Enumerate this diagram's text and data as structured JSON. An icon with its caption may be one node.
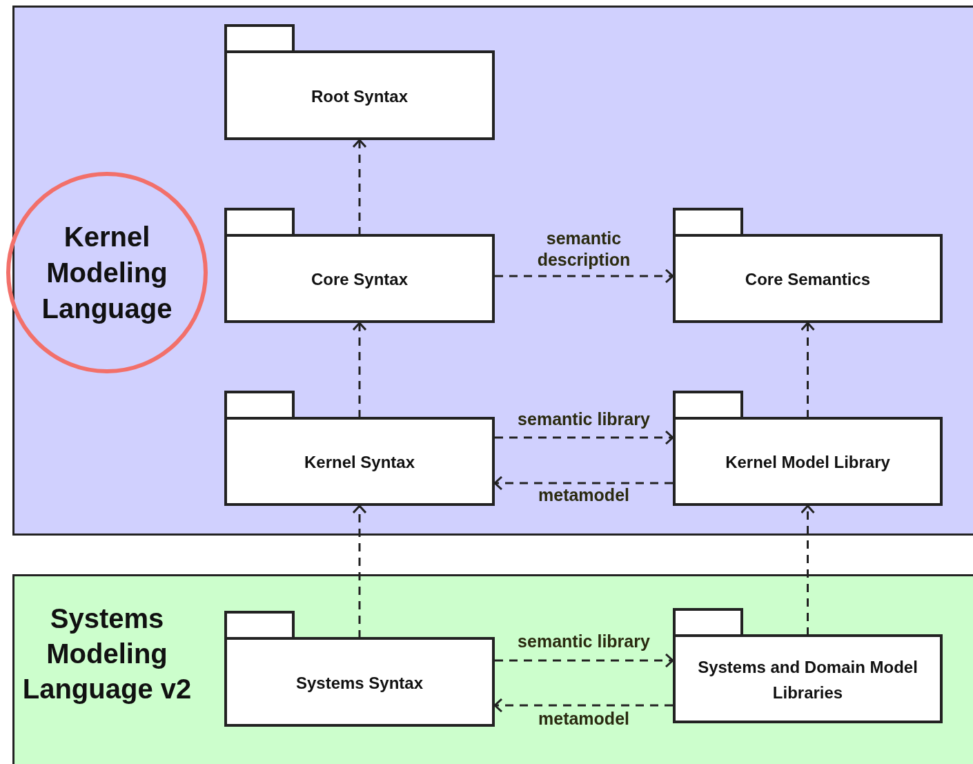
{
  "diagram": {
    "nodes": [
      {
        "text": [],
        "shape": "box"
      },
      {
        "text": [
          "Kernel Modeling Language"
        ],
        "in": 0
      },
      {
        "text": [
          "Root Syntax"
        ],
        "in": 0
      },
      {
        "text": [
          "Core Syntax"
        ],
        "in": 0
      },
      {
        "text": [
          "Core Semantics"
        ],
        "in": 0
      },
      {
        "text": [
          "Kernel Syntax"
        ],
        "in": 0
      },
      {
        "text": [
          "Kernel Model Library"
        ],
        "in": 0
      },
      {
        "text": [
          "Systems Modeling Language v2"
        ]
      },
      {
        "text": [
          "Systems Syntax"
        ],
        "in": 7
      },
      {
        "text": [
          "Systems and Domain Model Libraries"
        ],
        "in": 7
      }
    ],
    "edges": [
      {
        "from": 3,
        "to": 2,
        "arrow": "to",
        "style": "dashed"
      },
      {
        "from": 3,
        "to": 4,
        "arrow": "to",
        "style": "dashed",
        "label": "semantic description"
      },
      {
        "from": 5,
        "to": 3,
        "arrow": "to",
        "style": "dashed"
      },
      {
        "from": 5,
        "to": 6,
        "arrow": "to",
        "style": "dashed",
        "label": "semantic library"
      },
      {
        "from": 6,
        "to": 5,
        "arrow": "to",
        "style": "dashed",
        "label": "metamodel"
      },
      {
        "from": 6,
        "to": 4,
        "arrow": "to",
        "style": "dashed"
      },
      {
        "from": 8,
        "to": 5,
        "arrow": "to",
        "style": "dashed"
      },
      {
        "from": 9,
        "to": 6,
        "arrow": "to",
        "style": "dashed"
      },
      {
        "from": 8,
        "to": 9,
        "arrow": "to",
        "style": "dashed",
        "label": "semantic library"
      },
      {
        "from": 9,
        "to": 8,
        "arrow": "to",
        "style": "dashed",
        "label": "metamodel"
      }
    ]
  }
}
